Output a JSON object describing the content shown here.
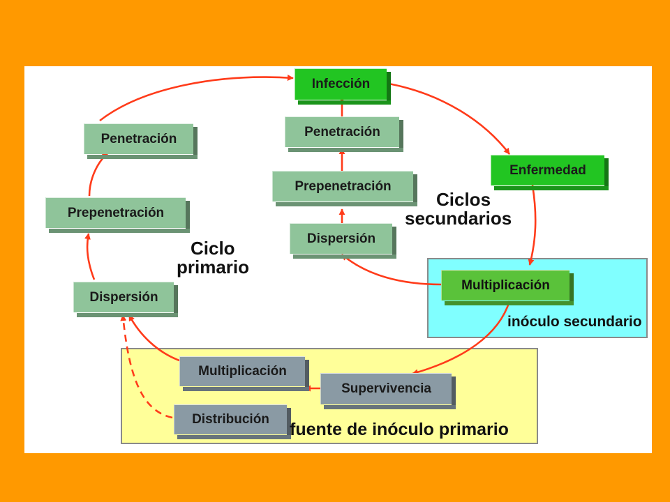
{
  "boxes": {
    "infeccion": "Infección",
    "enfermedad": "Enfermedad",
    "penetracion_left": "Penetración",
    "prepenetracion_left": "Prepenetración",
    "dispersion_left": "Dispersión",
    "penetracion_center": "Penetración",
    "prepenetracion_center": "Prepenetración",
    "dispersion_center": "Dispersión",
    "multiplicacion_secondary": "Multiplicación",
    "multiplicacion_primary": "Multiplicación",
    "supervivencia": "Supervivencia",
    "distribucion": "Distribución"
  },
  "labels": {
    "ciclo_primario_line1": "Ciclo",
    "ciclo_primario_line2": "primario",
    "ciclos_secundarios_line1": "Ciclos",
    "ciclos_secundarios_line2": "secundarios",
    "inoculo_secundario": "inóculo secundario",
    "fuente_inoculo_primario": "fuente de inóculo primario"
  },
  "colors": {
    "background": "#ff9900",
    "arrow": "#ff3b1a",
    "primary_region": "#ffff99",
    "secondary_region": "#80ffff",
    "box_sage": "#8fc49a",
    "box_green": "#22c522",
    "box_slate": "#8a9aa4"
  }
}
